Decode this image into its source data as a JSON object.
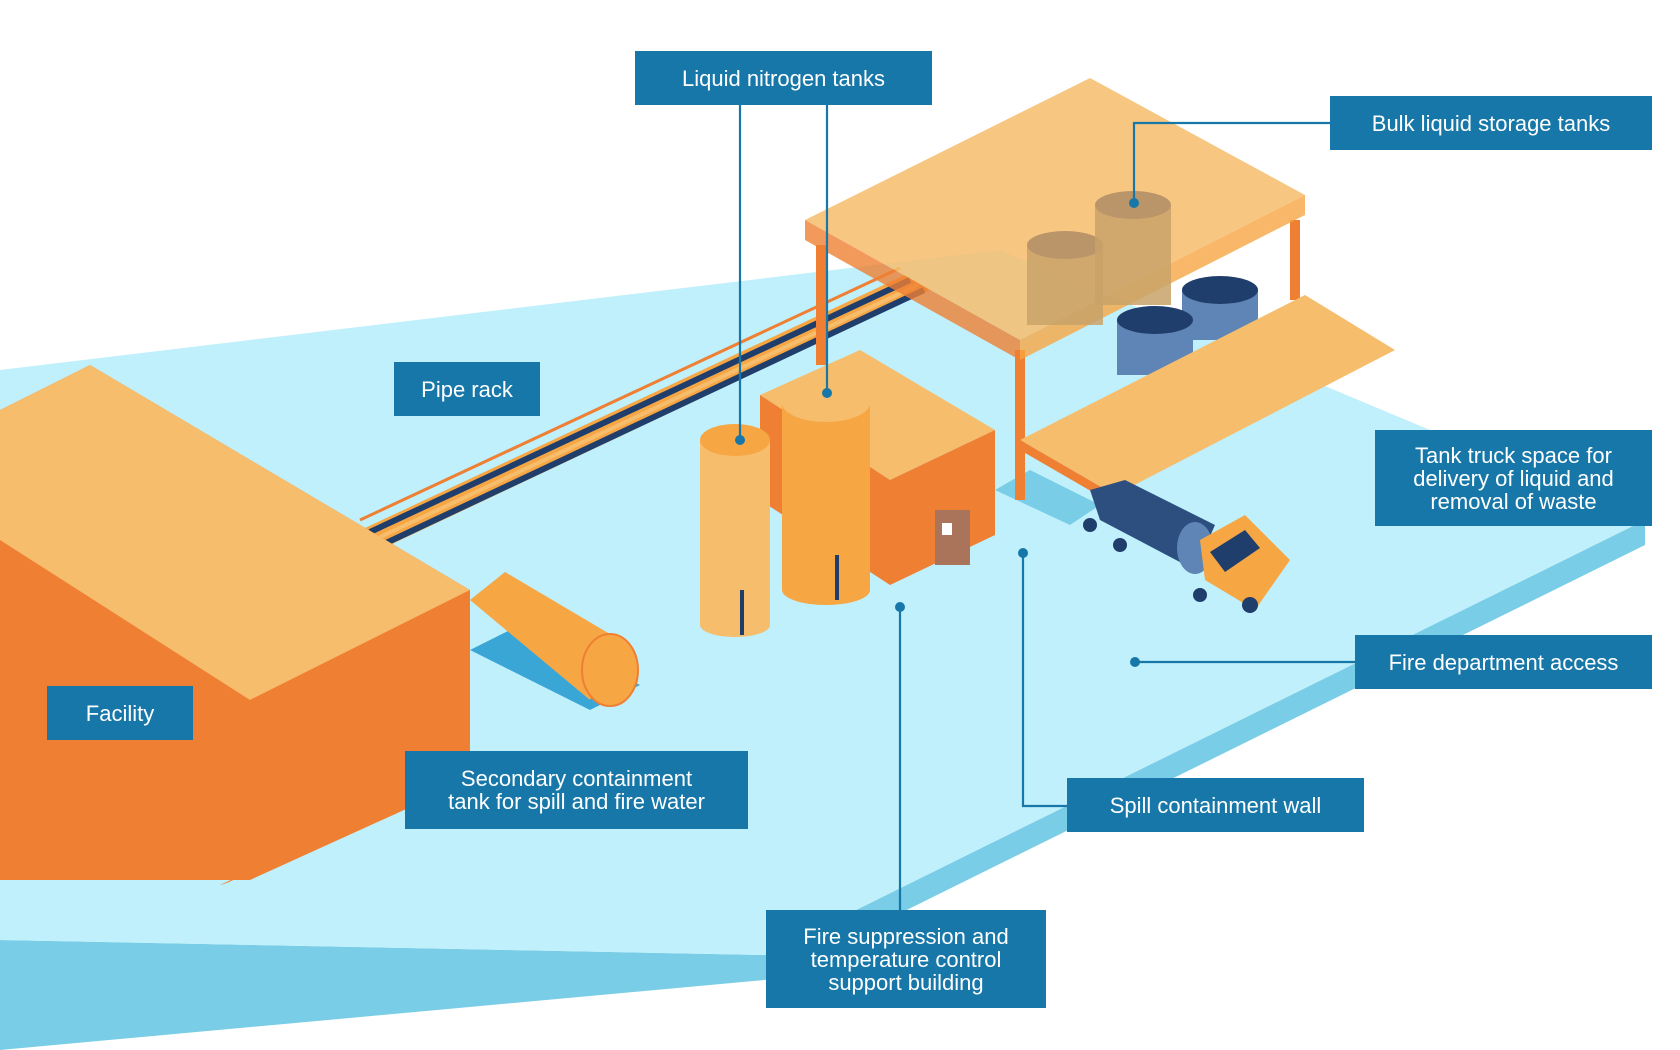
{
  "labels": {
    "liquid_nitrogen_tanks": "Liquid nitrogen tanks",
    "bulk_liquid_storage_tanks": "Bulk liquid storage tanks",
    "pipe_rack": "Pipe rack",
    "tank_truck_space": "Tank truck space for\ndelivery of liquid and\nremoval of waste",
    "fire_department_access": "Fire department access",
    "facility": "Facility",
    "secondary_containment": "Secondary containment\ntank for spill and fire water",
    "spill_containment_wall": "Spill containment wall",
    "fire_suppression_building": "Fire suppression and\ntemperature control\nsupport building"
  },
  "colors": {
    "label_bg": "#1677a8",
    "label_text": "#ffffff",
    "ground": "#bff0fb",
    "ground_edge": "#79cde6",
    "orange_light": "#f6bd6c",
    "orange": "#f7a644",
    "orange_dark": "#ef7f33",
    "navy": "#203e6b"
  }
}
